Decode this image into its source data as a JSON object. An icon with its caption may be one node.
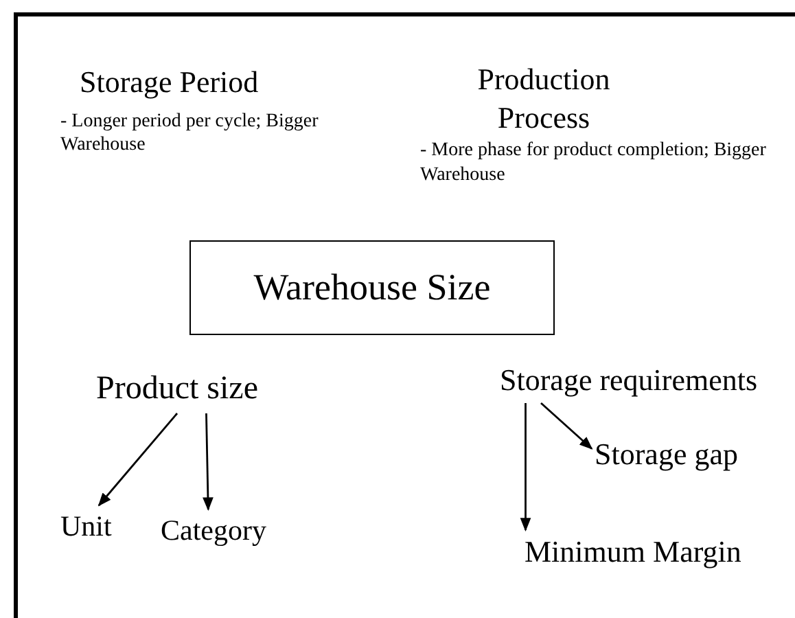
{
  "diagram": {
    "nodes": [
      {
        "text": [
          "Storage Period",
          "- Longer period per cycle; Bigger Warehouse"
        ]
      },
      {
        "text": [
          "Production Process",
          "- More phase for product completion; Bigger Warehouse"
        ]
      },
      {
        "text": [
          "Warehouse Size"
        ]
      },
      {
        "text": [
          "Product size"
        ]
      },
      {
        "text": [
          "Unit"
        ]
      },
      {
        "text": [
          "Category"
        ]
      },
      {
        "text": [
          "Storage requirements"
        ]
      },
      {
        "text": [
          "Storage gap"
        ]
      },
      {
        "text": [
          "Minimum Margin"
        ]
      }
    ],
    "edges": [
      {
        "from": 3,
        "to": 4,
        "arrow": "to"
      },
      {
        "from": 3,
        "to": 5,
        "arrow": "to"
      },
      {
        "from": 6,
        "to": 7,
        "arrow": "to"
      },
      {
        "from": 6,
        "to": 8,
        "arrow": "to"
      }
    ]
  }
}
